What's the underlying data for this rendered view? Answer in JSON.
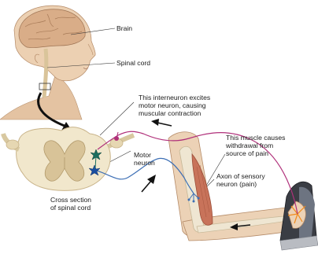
{
  "labels": {
    "brain": "Brain",
    "spinal_cord": "Spinal cord",
    "interneuron": "This interneuron excites\nmotor neuron, causing\nmuscular contraction",
    "motor_neuron": "Motor\nneuron",
    "muscle": "This muscle causes\nwithdrawal from\nsource of pain",
    "cross_section": "Cross section\nof spinal cord",
    "sensory_axon": "Axon of sensory\nneuron (pain)"
  },
  "colors": {
    "sensory_pathway": "#b0307a",
    "motor_pathway": "#3d6fb5",
    "neuron_body": "#1c6e5e",
    "skin": "#e8c8a6",
    "brain": "#d9b08e",
    "cord_outer": "#f1e8cc",
    "gray_matter": "#d8c8a0",
    "muscle": "#c8735a",
    "bone": "#efe6d2",
    "arrow": "#111111",
    "pain_spark": "#f28a1a"
  }
}
